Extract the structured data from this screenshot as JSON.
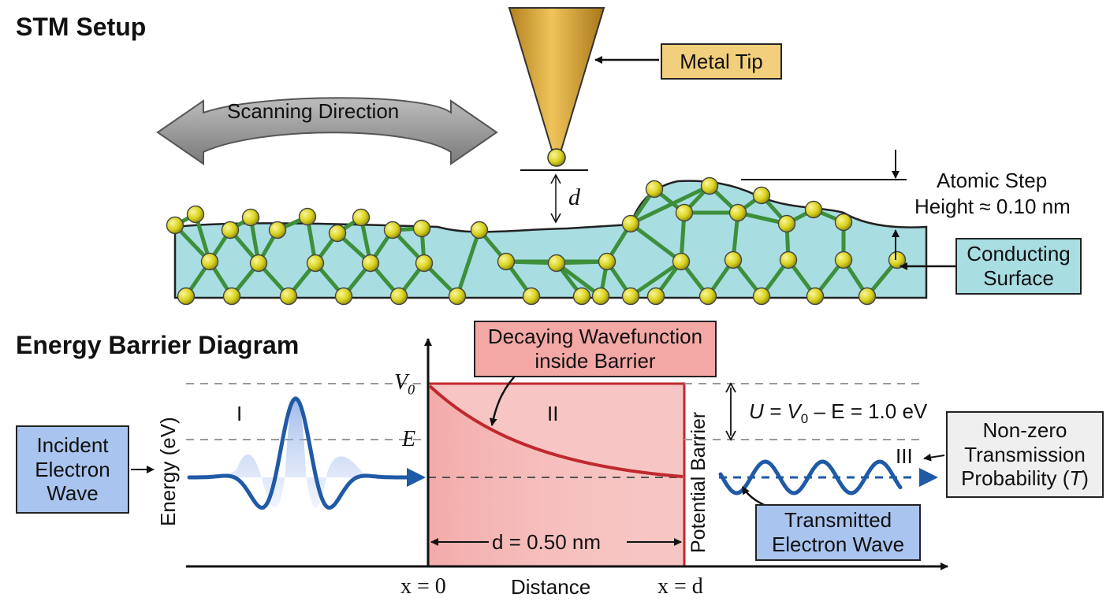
{
  "sections": {
    "stm_title": "STM Setup",
    "energy_title": "Energy Barrier Diagram"
  },
  "stm": {
    "metal_tip_label": "Metal Tip",
    "scanning_label": "Scanning Direction",
    "gap_symbol": "d",
    "step_label_line1": "Atomic Step",
    "step_label_line2": "Height ≈ 0.10 nm",
    "surface_label_line1": "Conducting",
    "surface_label_line2": "Surface"
  },
  "energy": {
    "y_axis_label": "Energy (eV)",
    "x_axis_label": "Distance",
    "x0_label": "x = 0",
    "xd_label": "x = d",
    "v0_label": "V",
    "v0_sub": "0",
    "e_label": "E",
    "region_1": "I",
    "region_2": "II",
    "region_3": "III",
    "barrier_vertical_label": "Potential Barrier",
    "u_formula_pre": "U = V",
    "u_formula_sub": "0",
    "u_formula_post": " – E = 1.0 eV",
    "width_label": "d = 0.50 nm",
    "decay_label_line1": "Decaying Wavefunction",
    "decay_label_line2": "inside Barrier",
    "incident_line1": "Incident",
    "incident_line2": "Electron",
    "incident_line3": "Wave",
    "transmitted_line1": "Transmitted",
    "transmitted_line2": "Electron Wave",
    "transmission_line1": "Non-zero",
    "transmission_line2": "Transmission",
    "transmission_line3": "Probability (T)"
  },
  "colors": {
    "tip_gold": "#d9a63a",
    "tip_label_bg": "#f2cf7c",
    "surface_fill": "#a8dde2",
    "atom_yellow": "#d8d21c",
    "bond_green": "#3d8f3a",
    "barrier_fill": "#f7c6c4",
    "barrier_stroke": "#c0282f",
    "wave_blue": "#1f5aa6",
    "blue_box": "#a9c4ef",
    "arrow_gray": "#8c8c8c"
  }
}
